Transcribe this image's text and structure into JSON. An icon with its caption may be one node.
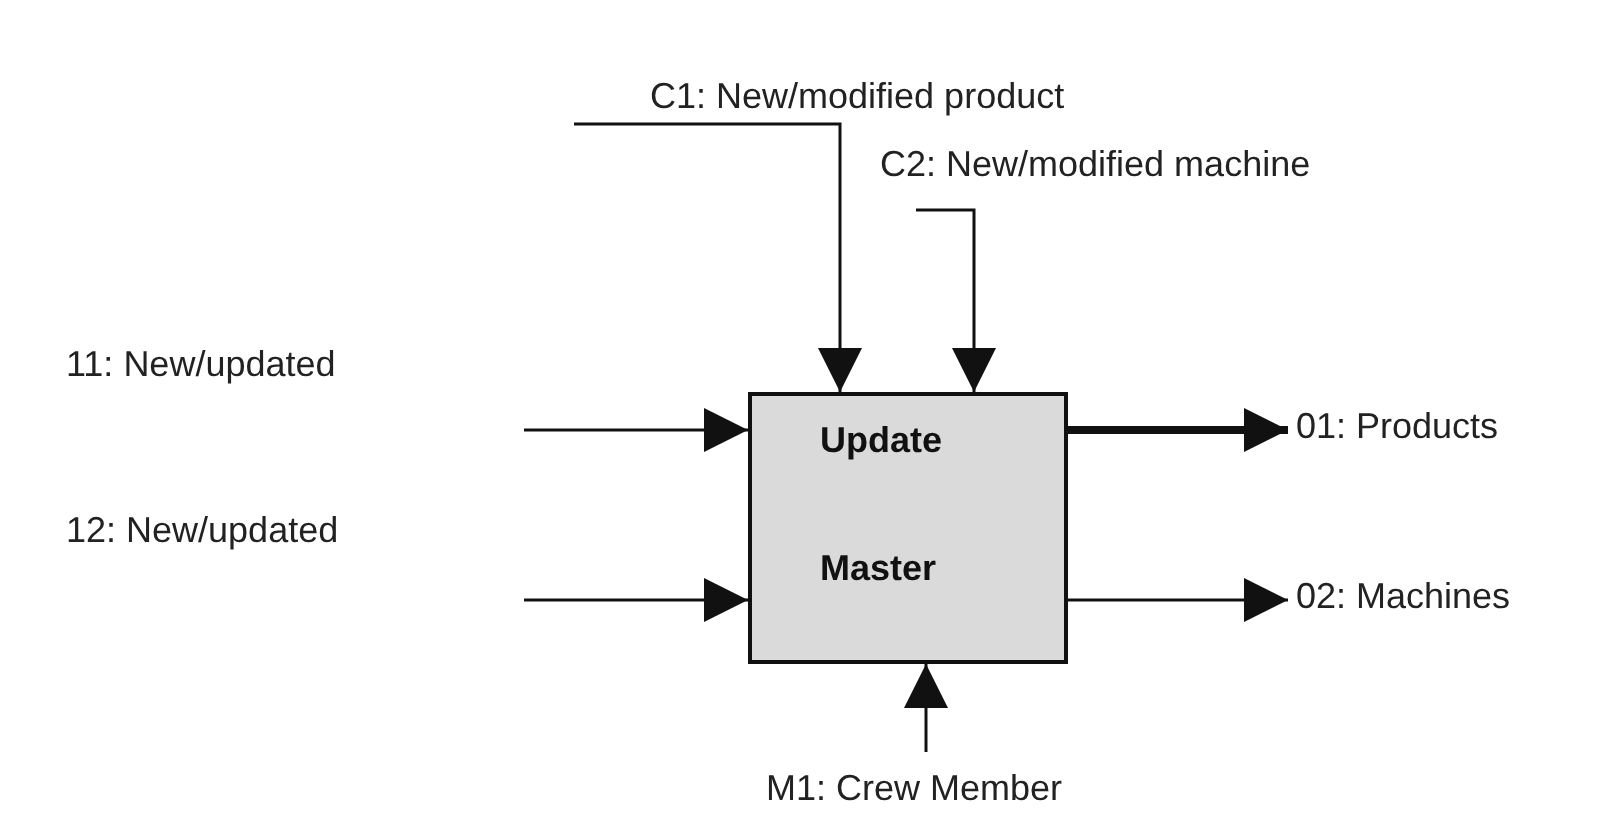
{
  "diagram": {
    "nodes": [
      {
        "text": [
          "C1: New/modified product"
        ]
      },
      {
        "text": [
          "C2: New/modified machine"
        ]
      },
      {
        "text": [
          "Update",
          "Master"
        ]
      },
      {
        "text": [
          "01: Products"
        ]
      },
      {
        "text": [
          "02: Machines"
        ]
      },
      {
        "text": [
          "M1: Crew Member"
        ]
      }
    ],
    "edges": [
      {
        "from": 0,
        "to": 2,
        "arrow": "to"
      },
      {
        "from": 1,
        "to": 2,
        "arrow": "to"
      },
      {
        "from": null,
        "to": 2,
        "arrow": "to"
      },
      {
        "from": null,
        "to": 2,
        "arrow": "to"
      },
      {
        "from": 2,
        "to": 3,
        "arrow": "to",
        "style": "thick"
      },
      {
        "from": 2,
        "to": 4,
        "arrow": "to"
      },
      {
        "from": 5,
        "to": 2,
        "arrow": "to"
      }
    ],
    "labels": [
      "11: New/updated",
      "12: New/updated"
    ]
  }
}
